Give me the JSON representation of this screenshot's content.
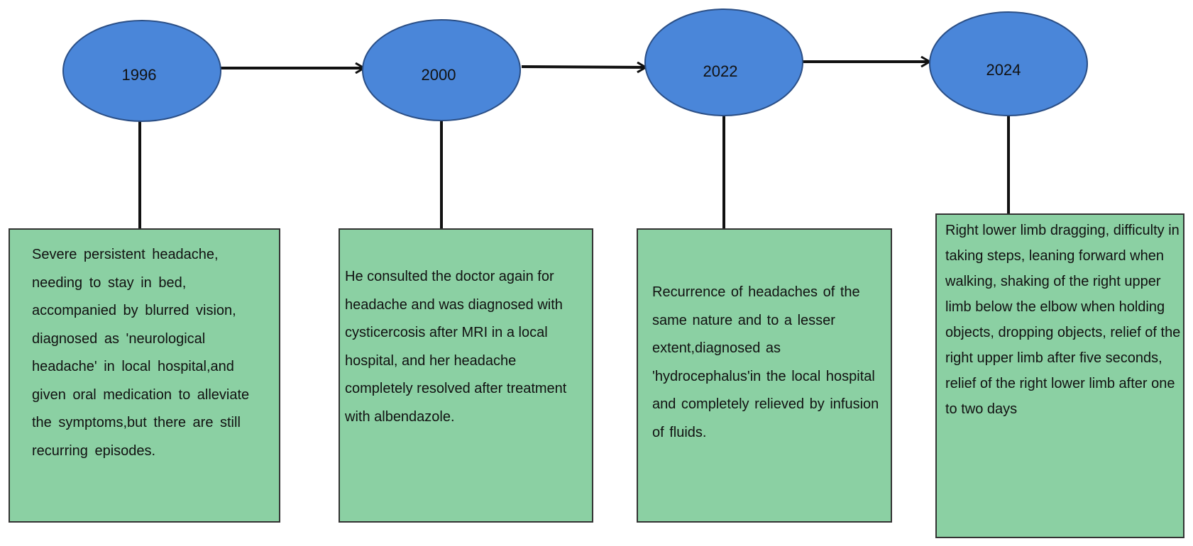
{
  "timeline": {
    "milestones": [
      {
        "year": "1996",
        "description": "Severe persistent headache, needing to stay in bed, accompanied by blurred vision, diagnosed as 'neurological headache' in local hospital,and given oral medication to alleviate the symptoms,but there are still recurring episodes."
      },
      {
        "year": "2000",
        "description": "He consulted the doctor again for headache and was diagnosed with cysticercosis after MRI in a local hospital, and her headache completely resolved after treatment with albendazole."
      },
      {
        "year": "2022",
        "description": "Recurrence of headaches of the same nature and to a lesser extent,diagnosed as 'hydrocephalus'in the local hospital and completely relieved by infusion of fluids."
      },
      {
        "year": "2024",
        "description": "Right lower limb dragging, difficulty in taking steps, leaning forward when walking, shaking of the right upper limb below the elbow when holding objects, dropping objects, relief of the right upper limb after five seconds, relief of the right lower limb after one to two days"
      }
    ]
  },
  "colors": {
    "node_fill": "#4a86d9",
    "node_stroke": "#2b4f86",
    "box_fill": "#8bd0a3",
    "box_border": "#333333",
    "connector": "#111111"
  }
}
